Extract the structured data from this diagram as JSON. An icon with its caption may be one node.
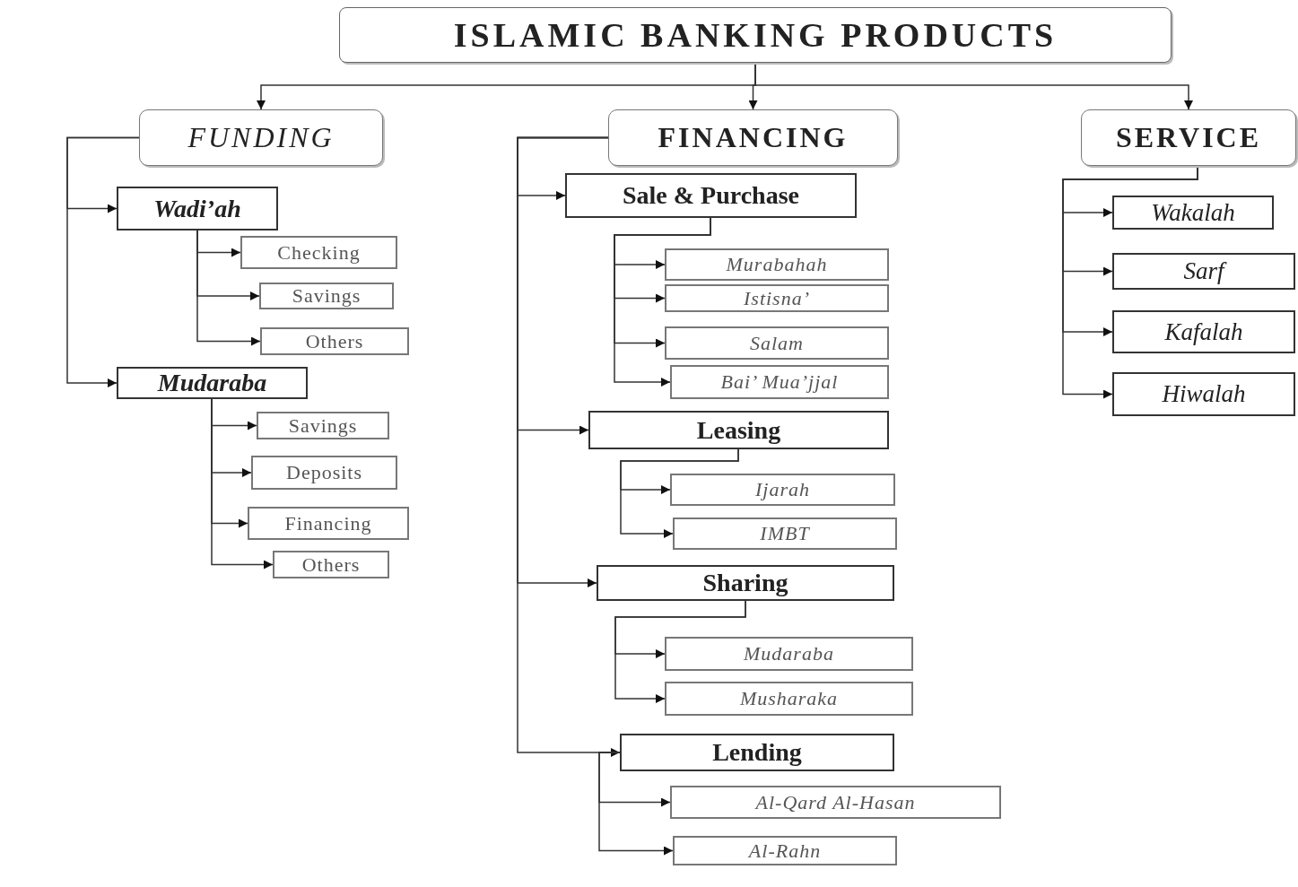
{
  "diagram": {
    "nodes": [
      {
        "text": [
          "ISLAMIC BANKING PRODUCTS"
        ]
      },
      {
        "text": [
          "FUNDING"
        ]
      },
      {
        "text": [
          "FINANCING"
        ]
      },
      {
        "text": [
          "SERVICE"
        ]
      },
      {
        "text": [
          "Wadi’ah"
        ]
      },
      {
        "text": [
          "Checking"
        ]
      },
      {
        "text": [
          "Savings"
        ]
      },
      {
        "text": [
          "Others"
        ]
      },
      {
        "text": [
          "Mudaraba"
        ]
      },
      {
        "text": [
          "Savings"
        ]
      },
      {
        "text": [
          "Deposits"
        ]
      },
      {
        "text": [
          "Financing"
        ]
      },
      {
        "text": [
          "Others"
        ]
      },
      {
        "text": [
          "Sale & Purchase"
        ]
      },
      {
        "text": [
          "Murabahah"
        ]
      },
      {
        "text": [
          "Istisna’"
        ]
      },
      {
        "text": [
          "Salam"
        ]
      },
      {
        "text": [
          "Bai’ Mua’jjal"
        ]
      },
      {
        "text": [
          "Leasing"
        ]
      },
      {
        "text": [
          "Ijarah"
        ]
      },
      {
        "text": [
          "IMBT"
        ]
      },
      {
        "text": [
          "Sharing"
        ]
      },
      {
        "text": [
          "Mudaraba"
        ]
      },
      {
        "text": [
          "Musharaka"
        ]
      },
      {
        "text": [
          "Lending"
        ]
      },
      {
        "text": [
          "Al-Qard Al-Hasan"
        ]
      },
      {
        "text": [
          "Al-Rahn"
        ]
      },
      {
        "text": [
          "Wakalah"
        ]
      },
      {
        "text": [
          "Sarf"
        ]
      },
      {
        "text": [
          "Kafalah"
        ]
      },
      {
        "text": [
          "Hiwalah"
        ]
      }
    ],
    "edges": [
      {
        "from": 0,
        "to": 1,
        "arrow": "to"
      },
      {
        "from": 0,
        "to": 2,
        "arrow": "to"
      },
      {
        "from": 0,
        "to": 3,
        "arrow": "to"
      },
      {
        "from": 1,
        "to": 4,
        "arrow": "to"
      },
      {
        "from": 1,
        "to": 8,
        "arrow": "to"
      },
      {
        "from": 4,
        "to": 5,
        "arrow": "to"
      },
      {
        "from": 4,
        "to": 6,
        "arrow": "to"
      },
      {
        "from": 4,
        "to": 7,
        "arrow": "to"
      },
      {
        "from": 8,
        "to": 9,
        "arrow": "to"
      },
      {
        "from": 8,
        "to": 10,
        "arrow": "to"
      },
      {
        "from": 8,
        "to": 11,
        "arrow": "to"
      },
      {
        "from": 8,
        "to": 12,
        "arrow": "to"
      },
      {
        "from": 2,
        "to": 13,
        "arrow": "to"
      },
      {
        "from": 2,
        "to": 18,
        "arrow": "to"
      },
      {
        "from": 2,
        "to": 21,
        "arrow": "to"
      },
      {
        "from": 2,
        "to": 24,
        "arrow": "to"
      },
      {
        "from": 13,
        "to": 14,
        "arrow": "to"
      },
      {
        "from": 13,
        "to": 15,
        "arrow": "to"
      },
      {
        "from": 13,
        "to": 16,
        "arrow": "to"
      },
      {
        "from": 13,
        "to": 17,
        "arrow": "to"
      },
      {
        "from": 18,
        "to": 19,
        "arrow": "to"
      },
      {
        "from": 18,
        "to": 20,
        "arrow": "to"
      },
      {
        "from": 21,
        "to": 22,
        "arrow": "to"
      },
      {
        "from": 21,
        "to": 23,
        "arrow": "to"
      },
      {
        "from": 24,
        "to": 25,
        "arrow": "to"
      },
      {
        "from": 24,
        "to": 26,
        "arrow": "to"
      },
      {
        "from": 3,
        "to": 27,
        "arrow": "to"
      },
      {
        "from": 3,
        "to": 28,
        "arrow": "to"
      },
      {
        "from": 3,
        "to": 29,
        "arrow": "to"
      },
      {
        "from": 3,
        "to": 30,
        "arrow": "to"
      }
    ]
  }
}
